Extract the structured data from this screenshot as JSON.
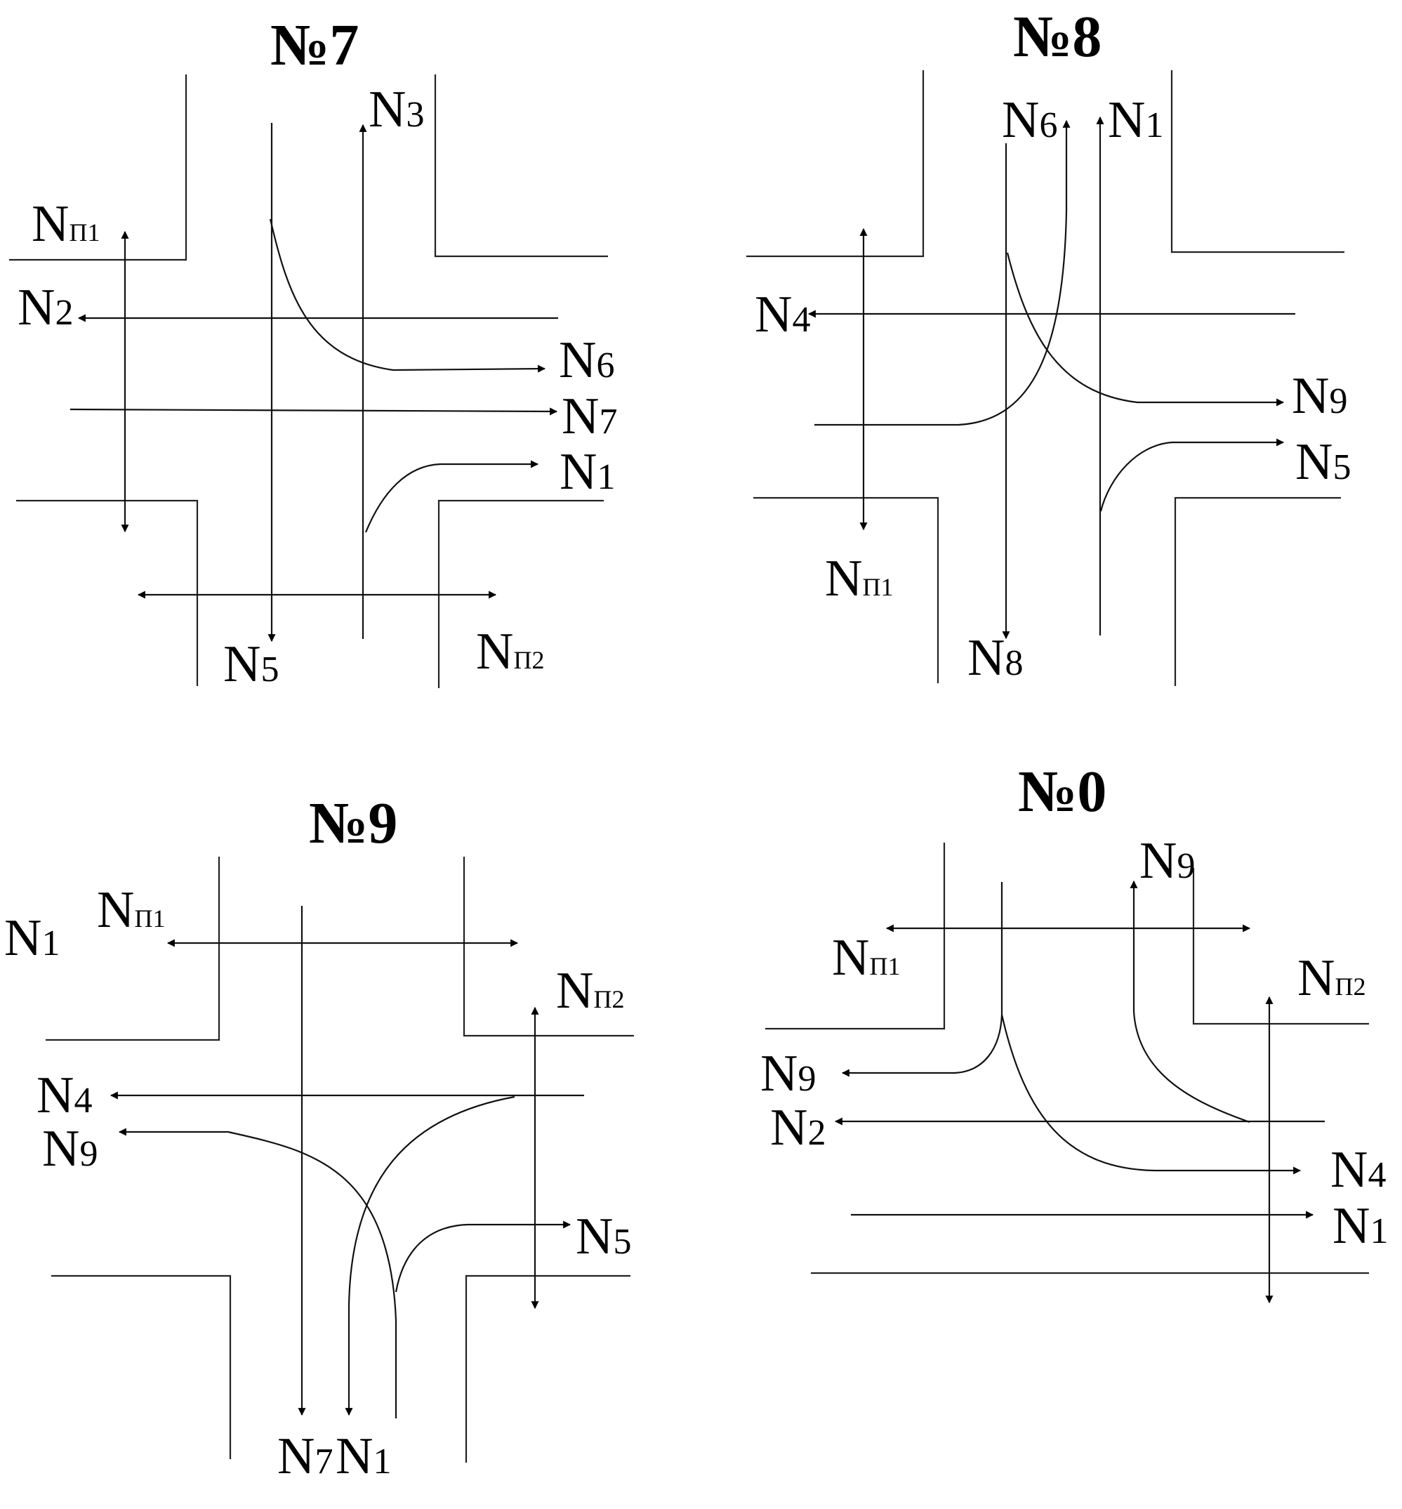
{
  "panels": [
    {
      "title": "№7",
      "labels": [
        {
          "main": "N",
          "sub": "3"
        },
        {
          "main": "N",
          "sub": "П1"
        },
        {
          "main": "N",
          "sub": "2"
        },
        {
          "main": "N",
          "sub": "6"
        },
        {
          "main": "N",
          "sub": "7"
        },
        {
          "main": "N",
          "sub": "1"
        },
        {
          "main": "N",
          "sub": "5"
        },
        {
          "main": "N",
          "sub": "П2"
        }
      ]
    },
    {
      "title": "№8",
      "labels": [
        {
          "main": "N",
          "sub": "6"
        },
        {
          "main": "N",
          "sub": "1"
        },
        {
          "main": "N",
          "sub": "4"
        },
        {
          "main": "N",
          "sub": "9"
        },
        {
          "main": "N",
          "sub": "5"
        },
        {
          "main": "N",
          "sub": "П1"
        },
        {
          "main": "N",
          "sub": "8"
        }
      ]
    },
    {
      "title": "№9",
      "labels": [
        {
          "main": "N",
          "sub": "1"
        },
        {
          "main": "N",
          "sub": "П1"
        },
        {
          "main": "N",
          "sub": "П2"
        },
        {
          "main": "N",
          "sub": "4"
        },
        {
          "main": "N",
          "sub": "9"
        },
        {
          "main": "N",
          "sub": "5"
        },
        {
          "main": "N",
          "sub": "7"
        },
        {
          "main": "N",
          "sub": "1"
        }
      ]
    },
    {
      "title": "№0",
      "labels": [
        {
          "main": "N",
          "sub": "9"
        },
        {
          "main": "N",
          "sub": "П1"
        },
        {
          "main": "N",
          "sub": "П2"
        },
        {
          "main": "N",
          "sub": "9"
        },
        {
          "main": "N",
          "sub": "2"
        },
        {
          "main": "N",
          "sub": "4"
        },
        {
          "main": "N",
          "sub": "1"
        }
      ]
    }
  ]
}
